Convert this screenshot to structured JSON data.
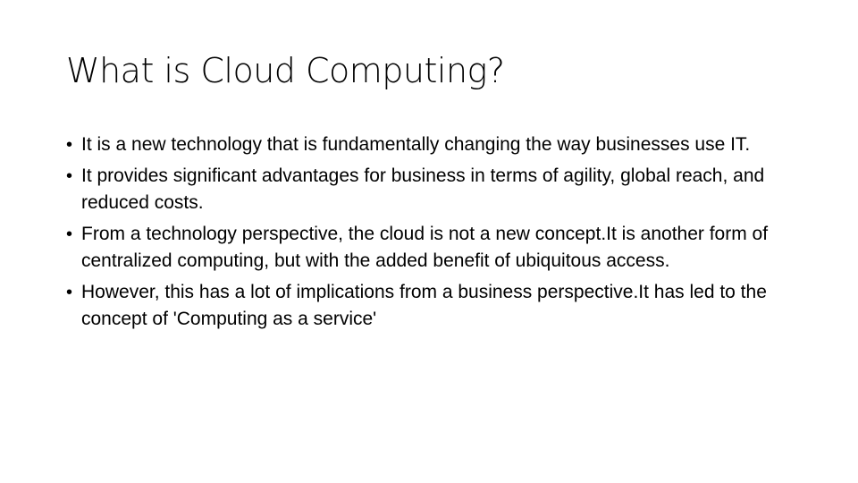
{
  "slide": {
    "title": "What is Cloud Computing?",
    "bullet_symbol": "•",
    "bullets": [
      {
        "text": "It is a new technology that is fundamentally changing the way businesses use IT."
      },
      {
        "text": "It provides significant advantages for business in terms of agility, global reach, and reduced costs."
      },
      {
        "text": "From a technology perspective, the cloud is not a new concept.It is another form of centralized computing, but with the added benefit of ubiquitous access."
      },
      {
        "text": "However, this has a lot of implications from a business perspective.It has led to the concept of 'Computing as a service'"
      }
    ]
  }
}
